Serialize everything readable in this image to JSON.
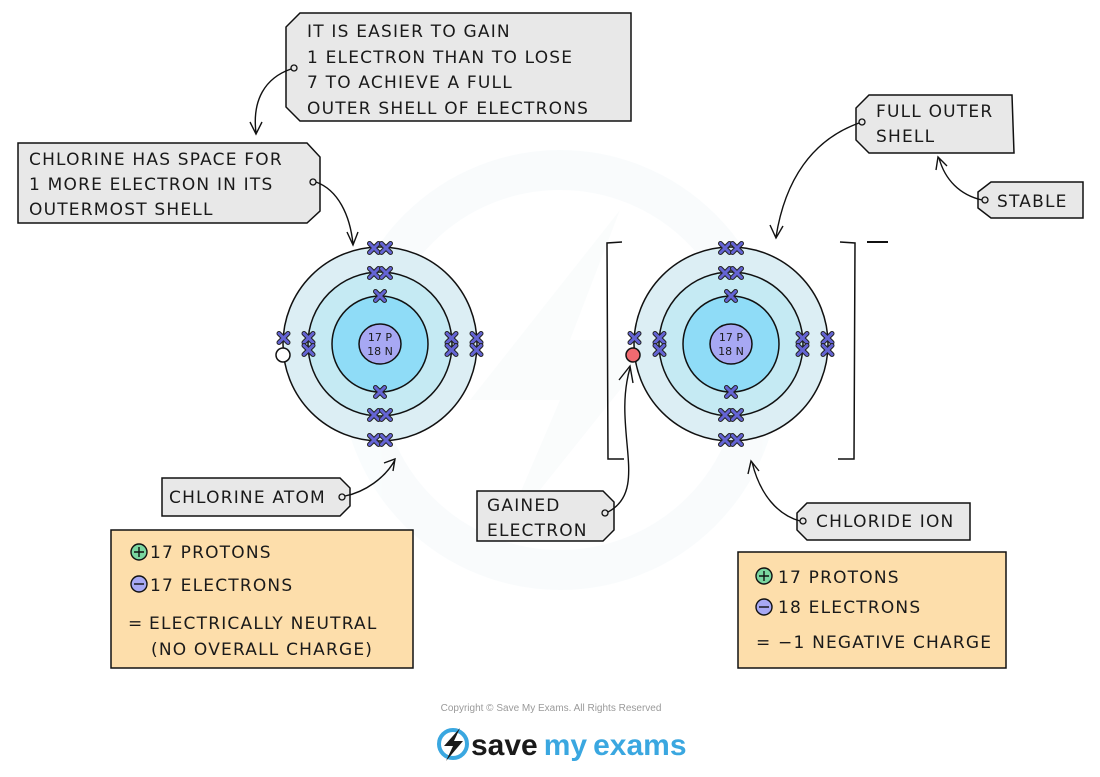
{
  "diagram": {
    "title_implied": "Formation of a chloride ion",
    "colors": {
      "outer_shell": "#dceef4",
      "middle_shell": "#c5eaf3",
      "inner_shell": "#8fdcf7",
      "nucleus": "#a7a8f3",
      "electron": "#6464d4",
      "missing_electron": "#ffffff",
      "gained_electron": "#f06a70",
      "callout": "#e8e8e8",
      "summary_box": "#fddeab",
      "plus_sign": "#7ad6a0",
      "minus_sign": "#a7a8f3"
    },
    "callouts": {
      "top_center": [
        "IT IS EASIER TO GAIN",
        "1 ELECTRON THAN TO LOSE",
        "7 TO ACHIEVE A FULL",
        "OUTER SHELL OF ELECTRONS"
      ],
      "left_space": [
        "CHLORINE HAS SPACE FOR",
        "1 MORE ELECTRON IN ITS",
        "OUTERMOST SHELL"
      ],
      "full_outer": [
        "FULL OUTER",
        "SHELL"
      ],
      "stable": "STABLE",
      "chlorine_atom": "CHLORINE ATOM",
      "gained_electron": [
        "GAINED",
        "ELECTRON"
      ],
      "chloride_ion": "CHLORIDE ION"
    },
    "atom": {
      "nucleus_protons": "17 P",
      "nucleus_neutrons": "18 N",
      "shell_electrons": [
        2,
        8,
        7
      ],
      "summary": {
        "protons": "17 PROTONS",
        "electrons": "17 ELECTRONS",
        "result_line1": "ELECTRICALLY NEUTRAL",
        "result_line2": "(NO OVERALL CHARGE)"
      }
    },
    "ion": {
      "nucleus_protons": "17 P",
      "nucleus_neutrons": "18 N",
      "shell_electrons": [
        2,
        8,
        8
      ],
      "charge": "−",
      "summary": {
        "protons": "17 PROTONS",
        "electrons": "18 ELECTRONS",
        "result_line1": "−1 NEGATIVE CHARGE"
      }
    },
    "symbols": {
      "plus": "plus-circle-icon",
      "minus": "minus-circle-icon",
      "equals": "="
    },
    "footer": {
      "copyright": "Copyright © Save My Exams. All Rights Reserved",
      "brand_save": "save",
      "brand_my": "my",
      "brand_exams": "exams",
      "brand_dark": "#1a1a1a",
      "brand_blue": "#3aa7e0"
    }
  }
}
